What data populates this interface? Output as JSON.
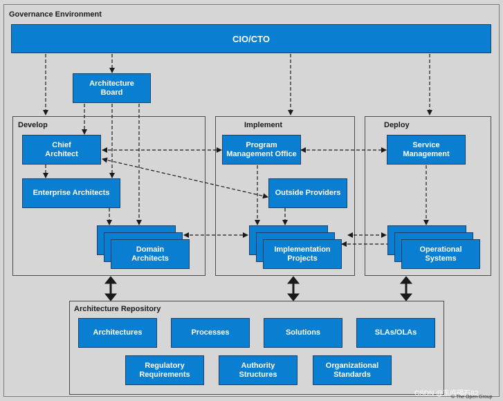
{
  "diagram": {
    "outer_title": "Governance Environment",
    "top_bar": "CIO/CTO",
    "architecture_board": "Architecture\nBoard",
    "develop": {
      "title": "Develop",
      "chief_architect": "Chief\nArchitect",
      "enterprise_architects": "Enterprise Architects",
      "domain_architects": "Domain\nArchitects"
    },
    "implement": {
      "title": "Implement",
      "program_management_office": "Program\nManagement Office",
      "outside_providers": "Outside Providers",
      "implementation_projects": "Implementation\nProjects"
    },
    "deploy": {
      "title": "Deploy",
      "service_management": "Service\nManagement",
      "operational_systems": "Operational\nSystems"
    },
    "repository": {
      "title": "Architecture Repository",
      "items": [
        "Architectures",
        "Processes",
        "Solutions",
        "SLAs/OLAs",
        "Regulatory\nRequirements",
        "Authority\nStructures",
        "Organizational\nStandards"
      ]
    },
    "watermark": "CSDN @东临碣石82",
    "copyright": "© The Open Group"
  },
  "colors": {
    "box_fill": "#0a7fd1",
    "box_border": "#1b3f66",
    "background": "#d6d6d6",
    "frame_border": "#4a4a4a"
  }
}
